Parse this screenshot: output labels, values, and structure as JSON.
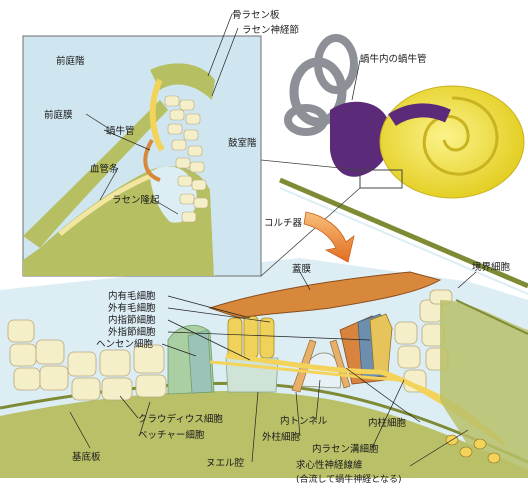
{
  "labels": {
    "bony_spiral_lamina": "骨ラセン板",
    "spiral_ganglion": "ラセン神経節",
    "cochlear_duct_in_cochlea": "蝸牛内の蝸牛管",
    "scala_vestibuli": "前庭階",
    "vestibular_membrane": "前庭膜",
    "cochlear_duct": "蝸牛管",
    "scala_tympani": "鼓室階",
    "stria_vascularis": "血管条",
    "spiral_prominence": "ラセン隆起",
    "organ_of_corti": "コルチ器",
    "tectorial_membrane": "蓋膜",
    "border_cells": "境界細胞",
    "inner_hair_cells": "内有毛細胞",
    "outer_hair_cells": "外有毛細胞",
    "inner_phalangeal_cells": "内指節細胞",
    "outer_phalangeal_cells": "外指節細胞",
    "hensen_cells": "ヘンセン細胞",
    "claudius_cells": "クラウディウス細胞",
    "boettcher_cells": "ベッチャー細胞",
    "basilar_membrane": "基底板",
    "inner_tunnel": "内トンネル",
    "outer_pillar_cells": "外柱細胞",
    "inner_pillar_cells": "内柱細胞",
    "inner_spiral_sulcus_cells": "内ラセン溝細胞",
    "nuel_space": "ヌエル腔",
    "afferent_nerve_fibers": "求心性神経線維",
    "afferent_nerve_note": "(合流して蝸牛神経となる)"
  },
  "colors": {
    "fluid": "#d6ecf5",
    "tissue": "#b7bf63",
    "tissue_dark": "#8f9a3e",
    "membrane": "#d9883a",
    "cell": "#f4efc9",
    "nerve": "#f3d35a",
    "cochlea_yellow": "#f1e34a",
    "cochlea_purple": "#5b2a79",
    "canal_gray": "#8d9097",
    "arrow": "#e9792a"
  }
}
